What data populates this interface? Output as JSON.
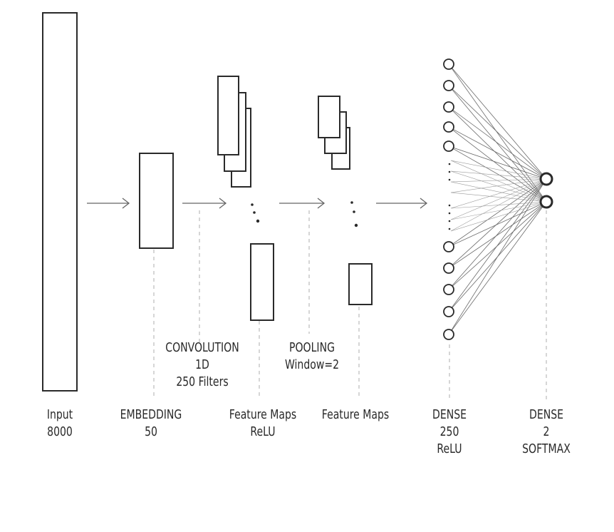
{
  "labels": {
    "input": {
      "line1": "Input",
      "line2": "8000"
    },
    "embedding": {
      "line1": "EMBEDDING",
      "line2": "50"
    },
    "convolution": {
      "line1": "CONVOLUTION",
      "line2": "1D",
      "line3": "250 Filters"
    },
    "feature_maps_conv": {
      "line1": "Feature Maps",
      "line2": "ReLU"
    },
    "pooling": {
      "line1": "POOLING",
      "line2": "Window=2"
    },
    "feature_maps_pool": {
      "line1": "Feature Maps"
    },
    "dense_hidden": {
      "line1": "DENSE",
      "line2": "250",
      "line3": "ReLU"
    },
    "dense_output": {
      "line1": "DENSE",
      "line2": "2",
      "line3": "SOFTMAX"
    }
  },
  "colors": {
    "stroke": "#2a2a2a",
    "dashed": "#c8c8c8",
    "connection": "#6a6a6a"
  }
}
